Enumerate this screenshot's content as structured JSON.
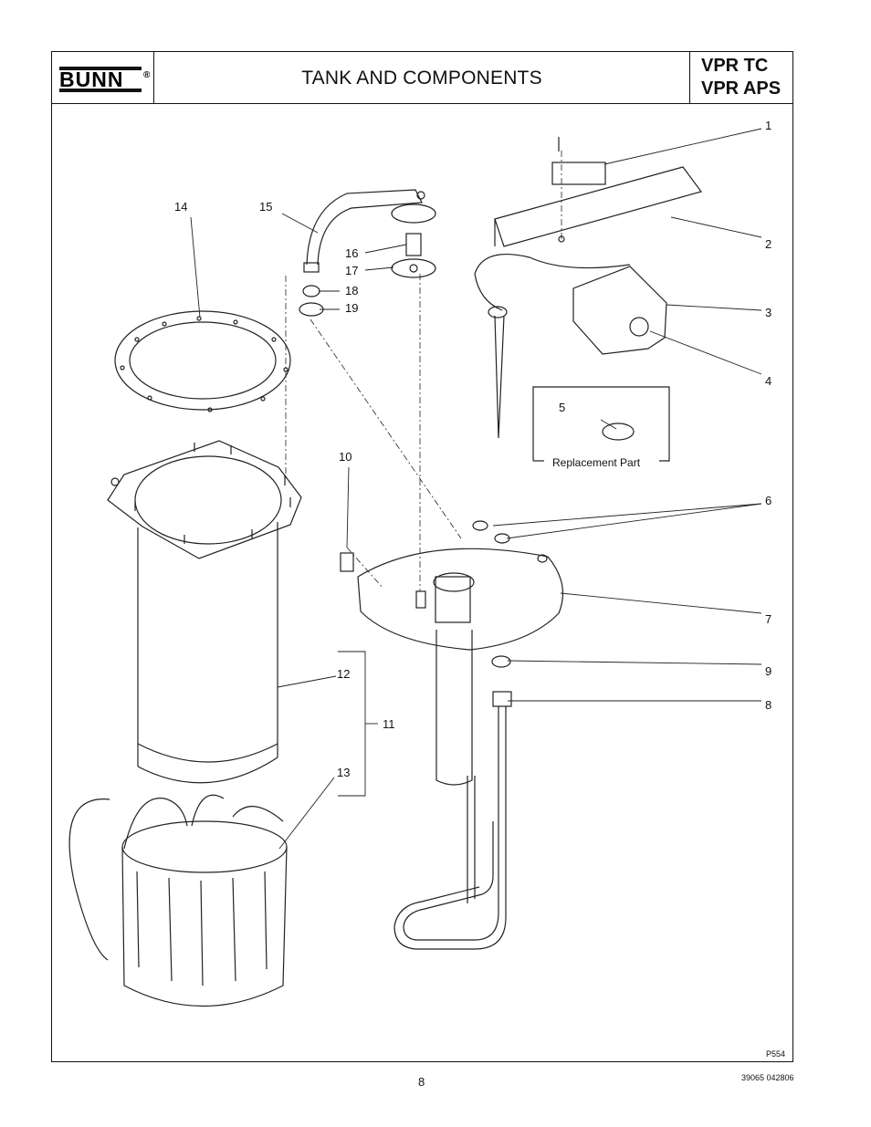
{
  "header": {
    "brand": "BUNN",
    "registered": "®",
    "title": "TANK AND COMPONENTS",
    "models": [
      "VPR TC",
      "VPR APS"
    ]
  },
  "callouts": [
    "1",
    "2",
    "3",
    "4",
    "5",
    "6",
    "7",
    "8",
    "9",
    "10",
    "11",
    "12",
    "13",
    "14",
    "15",
    "16",
    "17",
    "18",
    "19"
  ],
  "inset": {
    "caption": "Replacement Part"
  },
  "drawing_code": "P554",
  "footer": {
    "page_number": "8",
    "doc_code": "39065 042806"
  }
}
